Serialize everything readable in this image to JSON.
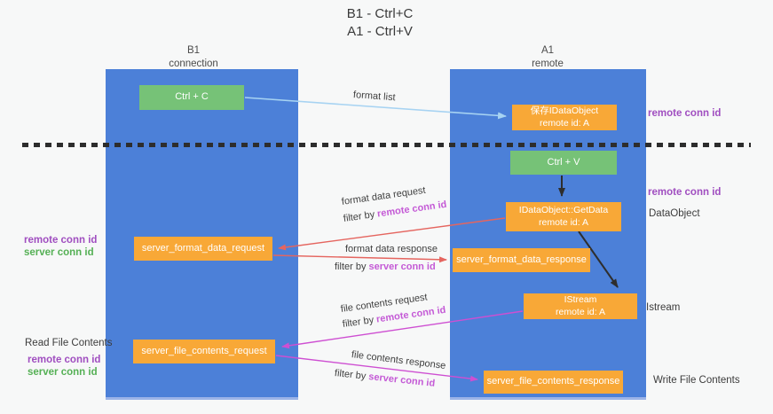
{
  "title": {
    "line1": "B1 - Ctrl+C",
    "line2": "A1 - Ctrl+V"
  },
  "lifelines": {
    "left": {
      "title": "B1",
      "subtitle": "connection"
    },
    "right": {
      "title": "A1",
      "subtitle": "remote"
    }
  },
  "boxes": {
    "ctrl_c": {
      "label": "Ctrl + C"
    },
    "save_dataobject": {
      "line1": "保存IDataObject",
      "line2": "remote id: A"
    },
    "ctrl_v": {
      "label": "Ctrl + V"
    },
    "getdata": {
      "line1": "IDataObject::GetData",
      "line2": "remote id: A"
    },
    "format_request": {
      "label": "server_format_data_request"
    },
    "format_response": {
      "label": "server_format_data_response"
    },
    "istream": {
      "line1": "IStream",
      "line2": "remote id: A"
    },
    "file_request": {
      "label": "server_file_contents_request"
    },
    "file_response": {
      "label": "server_file_contents_response"
    }
  },
  "flow": {
    "format_list": "format list",
    "format_data_request": "format data request",
    "format_data_response": "format data response",
    "file_contents_request": "file contents request",
    "file_contents_response": "file contents response",
    "filter_by": "filter by ",
    "remote_conn_id": "remote conn id",
    "server_conn_id": "server conn id"
  },
  "side": {
    "remote_conn_id": "remote conn id",
    "server_conn_id": "server conn id",
    "dataobject": "DataObject",
    "istream": "Istream",
    "read_file_contents": "Read File Contents",
    "write_file_contents": "Write File Contents"
  },
  "colors": {
    "column_blue": "#4c80d8",
    "box_orange": "#f8a837",
    "box_green": "#76c277",
    "label_purple": "#a04ec0",
    "label_orchid": "#c45ad6",
    "label_green": "#55b055",
    "arrow_light_blue": "#a7d3f2",
    "arrow_red": "#e5655f",
    "arrow_magenta": "#ce4fd2",
    "arrow_black": "#2e2e2e"
  }
}
